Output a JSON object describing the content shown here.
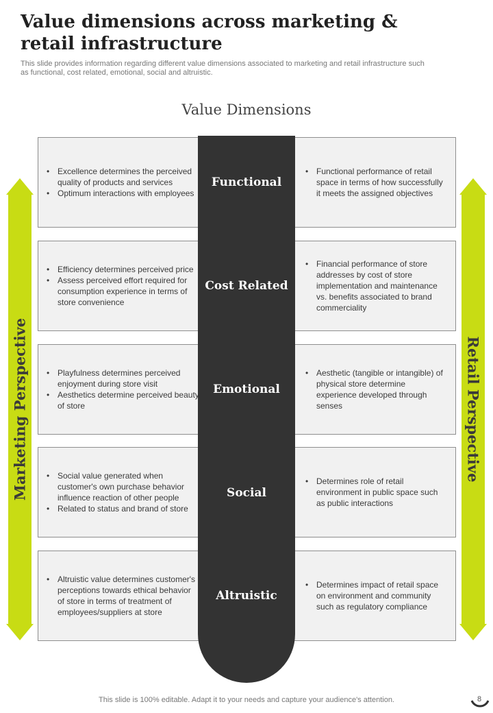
{
  "header": {
    "title": "Value dimensions across marketing & retail infrastructure",
    "subtitle": "This slide provides information regarding different value dimensions associated to marketing and retail infrastructure such as functional, cost related, emotional, social and altruistic."
  },
  "diagram": {
    "heading": "Value Dimensions",
    "left_label": "Marketing Perspective",
    "right_label": "Retail Perspective",
    "accent_color": "#c8dc14",
    "center_color": "#333333",
    "rows": [
      {
        "dimension": "Functional",
        "left": [
          "Excellence determines the perceived  quality of products and services",
          "Optimum interactions with employees"
        ],
        "right": [
          "Functional performance  of retail space in terms of how successfully it meets the assigned objectives"
        ]
      },
      {
        "dimension": "Cost Related",
        "left": [
          "Efficiency determines perceived  price",
          "Assess perceived  effort required for consumption experience in terms of store convenience"
        ],
        "right": [
          "Financial performance  of store addresses by cost of store implementation and maintenance vs. benefits associated to brand commerciality"
        ]
      },
      {
        "dimension": "Emotional",
        "left": [
          "Playfulness determines  perceived enjoyment during store visit",
          "Aesthetics determine perceived beauty of store"
        ],
        "right": [
          "Aesthetic (tangible or intangible) of physical store determine  experience developed  through senses"
        ]
      },
      {
        "dimension": "Social",
        "left": [
          "Social value generated  when customer's own purchase behavior influence reaction of other people",
          "Related to status and brand  of store"
        ],
        "right": [
          "Determines  role of retail environment  in public space such as public interactions"
        ]
      },
      {
        "dimension": "Altruistic",
        "left": [
          "Altruistic value  determines customer's perceptions towards ethical behavior of store in terms of treatment of employees/suppliers  at store"
        ],
        "right": [
          "Determines  impact of retail space on environment  and community such as regulatory compliance"
        ]
      }
    ]
  },
  "footer": {
    "text": "This slide is 100% editable. Adapt it to your needs and capture your audience's attention.",
    "page_number": "8"
  }
}
